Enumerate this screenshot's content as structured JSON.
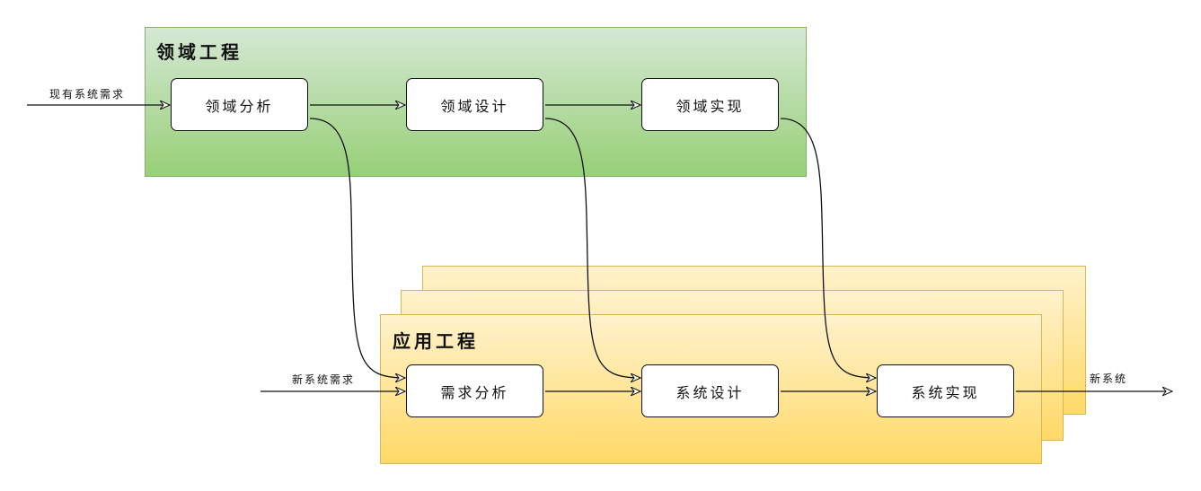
{
  "domain_engineering": {
    "title": "领域工程",
    "nodes": [
      "领域分析",
      "领域设计",
      "领域实现"
    ]
  },
  "application_engineering": {
    "title": "应用工程",
    "nodes": [
      "需求分析",
      "系统设计",
      "系统实现"
    ]
  },
  "edge_labels": {
    "existing_requirements": "现有系统需求",
    "new_requirements": "新系统需求",
    "new_system": "新系统"
  },
  "colors": {
    "green_top": "#d5e8d4",
    "green_bottom": "#97d077",
    "yellow_top": "#fff2cc",
    "yellow_bottom": "#ffd966"
  }
}
